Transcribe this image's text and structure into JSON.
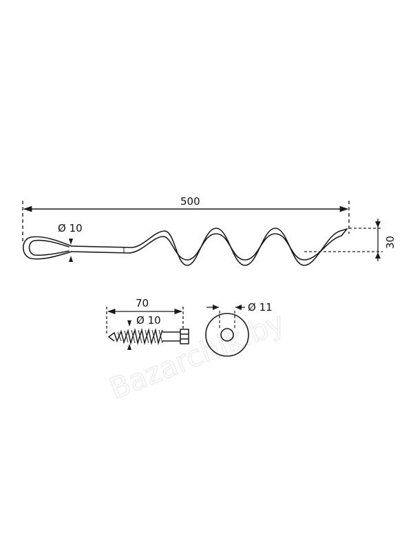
{
  "dimensions": {
    "length": "500",
    "wire_diameter": "Ø 10",
    "coil_amplitude": "30",
    "screw_length": "70",
    "screw_diameter": "Ø 10",
    "washer_hole": "Ø 11"
  },
  "watermark": "Bazarchik.by",
  "colors": {
    "line": "#1a1a1a",
    "watermark": "#e9e9e9"
  }
}
